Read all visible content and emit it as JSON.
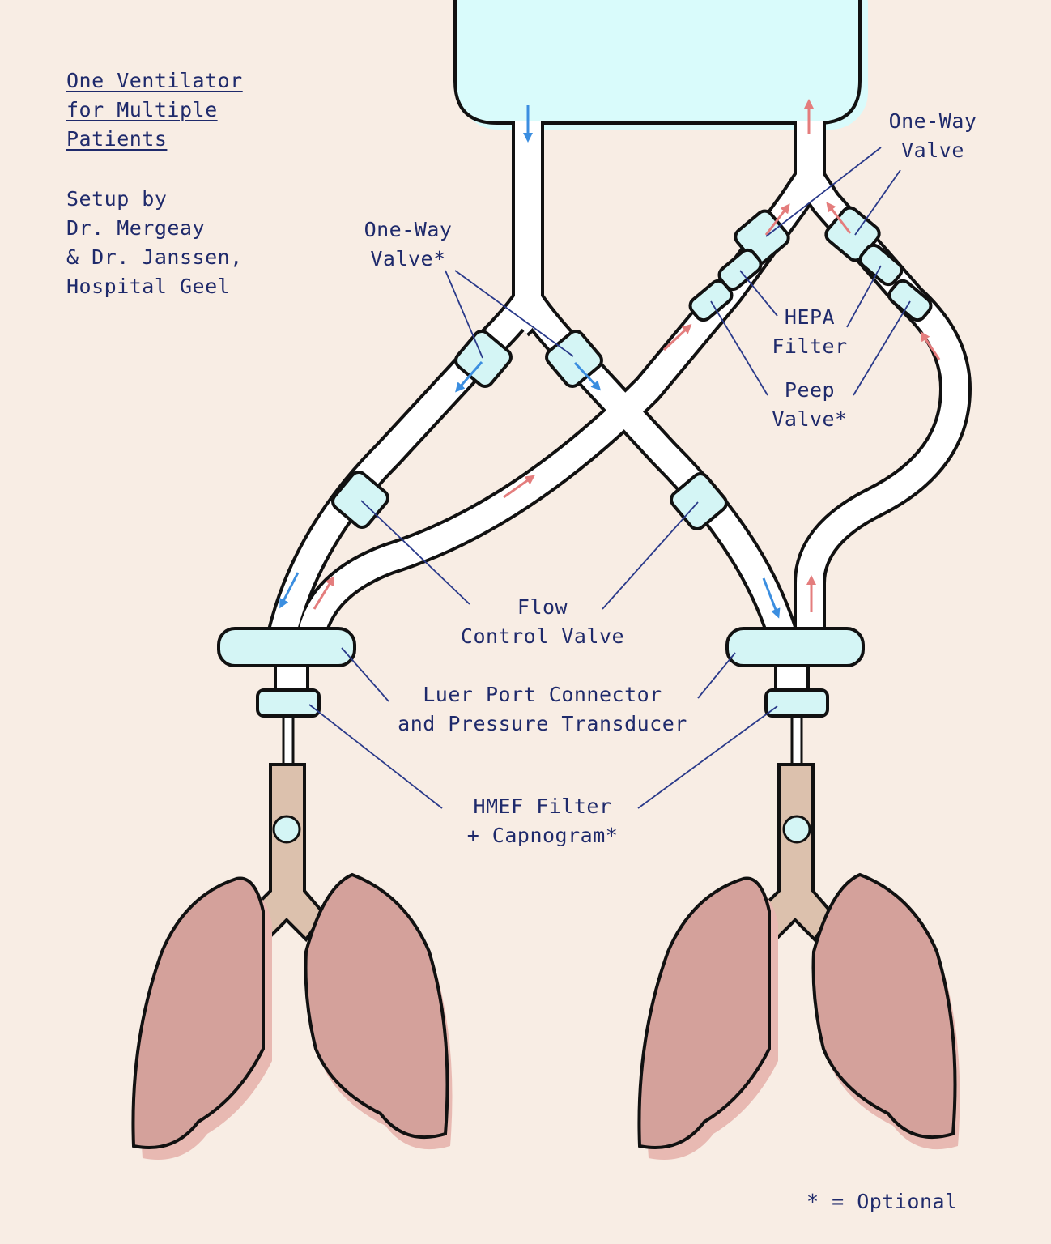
{
  "title": {
    "line1": "One Ventilator",
    "line2": "for Multiple",
    "line3": "Patients"
  },
  "credit": {
    "line1": "Setup by",
    "line2": "Dr. Mergeay",
    "line3": "& Dr. Janssen,",
    "line4": "Hospital Geel"
  },
  "labels": {
    "one_way_valve_left": {
      "line1": "One-Way",
      "line2": "Valve*"
    },
    "one_way_valve_right": {
      "line1": "One-Way",
      "line2": "Valve"
    },
    "hepa_filter": {
      "line1": "HEPA",
      "line2": "Filter"
    },
    "peep_valve": {
      "line1": "Peep",
      "line2": "Valve*"
    },
    "flow_control_valve": {
      "line1": "Flow",
      "line2": "Control Valve"
    },
    "luer_port": {
      "line1": "Luer Port Connector",
      "line2": "and Pressure Transducer"
    },
    "hmef_filter": {
      "line1": "HMEF Filter",
      "line2": "+ Capnogram*"
    }
  },
  "footnote": "* = Optional",
  "colors": {
    "background": "#f8ede4",
    "component_fill": "#d4f5f5",
    "ventilator_fill": "#d9fbfb",
    "tube_fill": "#ffffff",
    "outline": "#111111",
    "text": "#1f2a6b",
    "inspiratory_arrow": "#3b8ee0",
    "expiratory_arrow": "#e47d7d",
    "lung_fill": "#d4a19b",
    "lung_shadow": "#e8b9b2",
    "trachea_fill": "#dcc1ad",
    "leader_line": "#2a3a8a"
  }
}
